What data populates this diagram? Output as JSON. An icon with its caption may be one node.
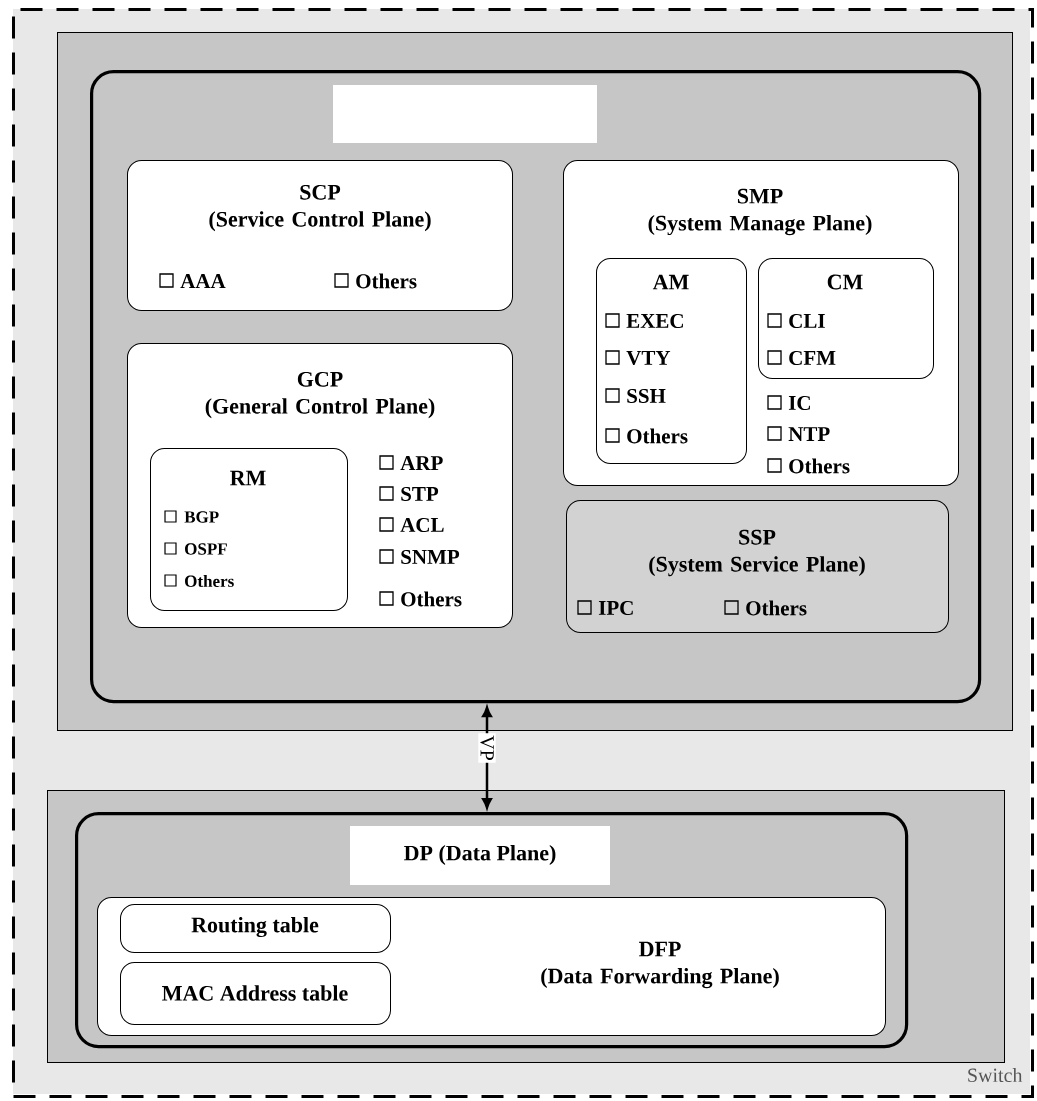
{
  "diagram": {
    "nodes": [
      {
        "text": [
          "Switch"
        ]
      },
      {
        "text": [],
        "shape": "box",
        "in": 0
      },
      {
        "text": [],
        "shape": "box",
        "in": 1
      },
      {
        "text": [
          "SCP (Service Control Plane)",
          "AAA",
          "Others"
        ],
        "in": 2
      },
      {
        "text": [
          "SMP (System Manage Plane)",
          "IC",
          "NTP",
          "Others"
        ],
        "in": 2
      },
      {
        "text": [
          "AM",
          "EXEC",
          "VTY",
          "SSH",
          "Others"
        ],
        "in": 4
      },
      {
        "text": [
          "CM",
          "CLI",
          "CFM"
        ],
        "in": 4
      },
      {
        "text": [
          "GCP (General Control Plane)",
          "ARP",
          "STP",
          "ACL",
          "SNMP",
          "Others"
        ],
        "in": 2
      },
      {
        "text": [
          "RM",
          "BGP",
          "OSPF",
          "Others"
        ],
        "in": 7
      },
      {
        "text": [
          "SSP (System Service Plane)",
          "IPC",
          "Others"
        ],
        "in": 2
      },
      {
        "text": [],
        "shape": "box",
        "in": 0
      },
      {
        "text": [
          "DP (Data Plane)"
        ],
        "in": 10
      },
      {
        "text": [
          "DFP (Data Forwarding Plane)"
        ],
        "in": 11
      },
      {
        "text": [
          "Routing table"
        ],
        "in": 12
      },
      {
        "text": [
          "MAC Address table"
        ],
        "in": 12
      }
    ],
    "edges": [
      {
        "from": 2,
        "to": 11,
        "arrow": "both",
        "label": "VP"
      }
    ]
  }
}
